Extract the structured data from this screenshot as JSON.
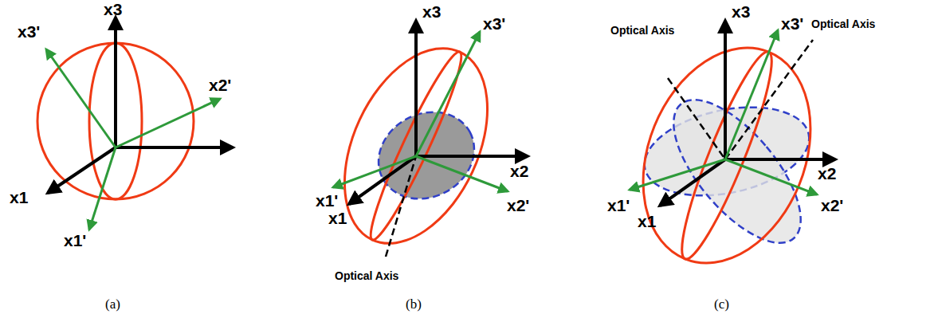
{
  "diagram": {
    "labels": [
      "x3'",
      "x3",
      "x2'",
      "x1",
      "x1'",
      "(a)",
      "x3",
      "x3'",
      "x2",
      "x1'",
      "x2'",
      "x1",
      "Optical Axis",
      "(b)",
      "Optical Axis",
      "x3",
      "x3'",
      "Optical Axis",
      "x2",
      "x1'",
      "x2'",
      "x1",
      "(c)"
    ]
  }
}
